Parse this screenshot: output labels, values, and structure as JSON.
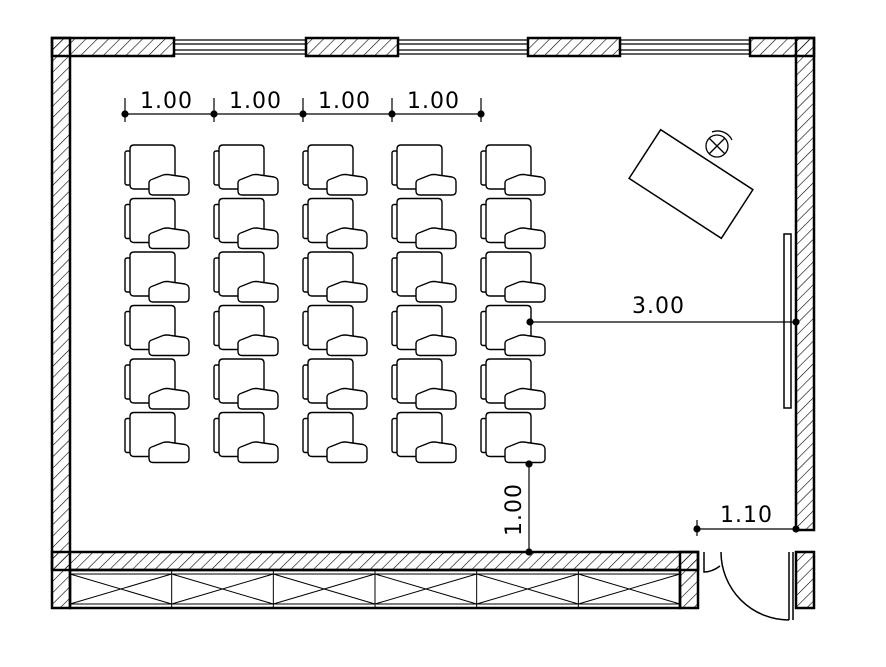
{
  "colors": {
    "line": "#000000",
    "background": "#ffffff"
  },
  "plan": {
    "seat_columns": 5,
    "seat_rows": 6,
    "dimensions": {
      "column_spacing": [
        "1.00",
        "1.00",
        "1.00",
        "1.00"
      ],
      "aisle_to_screen": "3.00",
      "last_row_to_wall": "1.00",
      "door_offset": "1.10"
    },
    "icons": {
      "seat": "armchair-with-writing-tablet-icon",
      "desk": "teacher-desk-icon",
      "lamp": "desk-lamp-icon",
      "screen": "projection-screen-icon",
      "door": "door-swing-icon",
      "cabinet": "built-in-cabinet-icon"
    }
  }
}
